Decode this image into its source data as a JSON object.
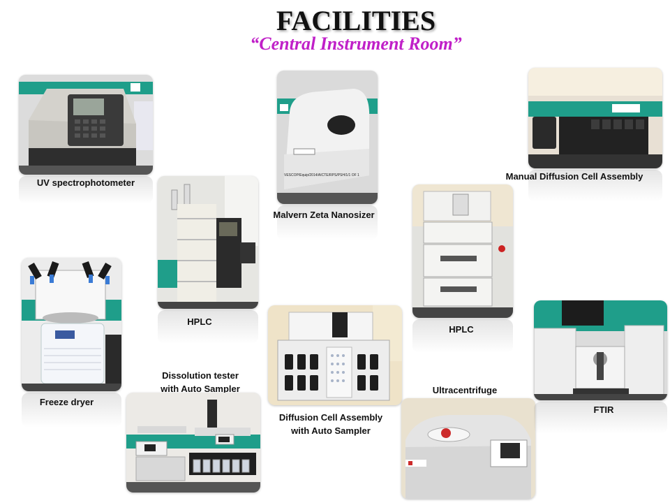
{
  "slide": {
    "title": "FACILITIES",
    "subtitle": "“Central Instrument Room”"
  },
  "captions": {
    "uv": "UV spectrophotometer",
    "hplc1": "HPLC",
    "malvern": "Malvern Zeta Nanosizer",
    "manual_diffusion": "Manual Diffusion Cell Assembly",
    "hplc2": "HPLC",
    "freeze_dryer": "Freeze dryer",
    "dissolution_line1": "Dissolution tester",
    "dissolution_line2": "with Auto Sampler",
    "diffusion_auto_line1": "Diffusion Cell Assembly",
    "diffusion_auto_line2": "with Auto Sampler",
    "ultracentrifuge": "Ultracentrifuge",
    "ftir": "FTIR"
  },
  "labels": {
    "malvern_sticker": "VESCOP/Equip/2014/AICTE/RPS/PSH/1/1 OF 1"
  },
  "colors": {
    "subtitle": "#c020c8",
    "wall_teal": "#1f9e8a",
    "instrument_white": "#f2f2f2",
    "instrument_dark": "#2b2b2b"
  }
}
